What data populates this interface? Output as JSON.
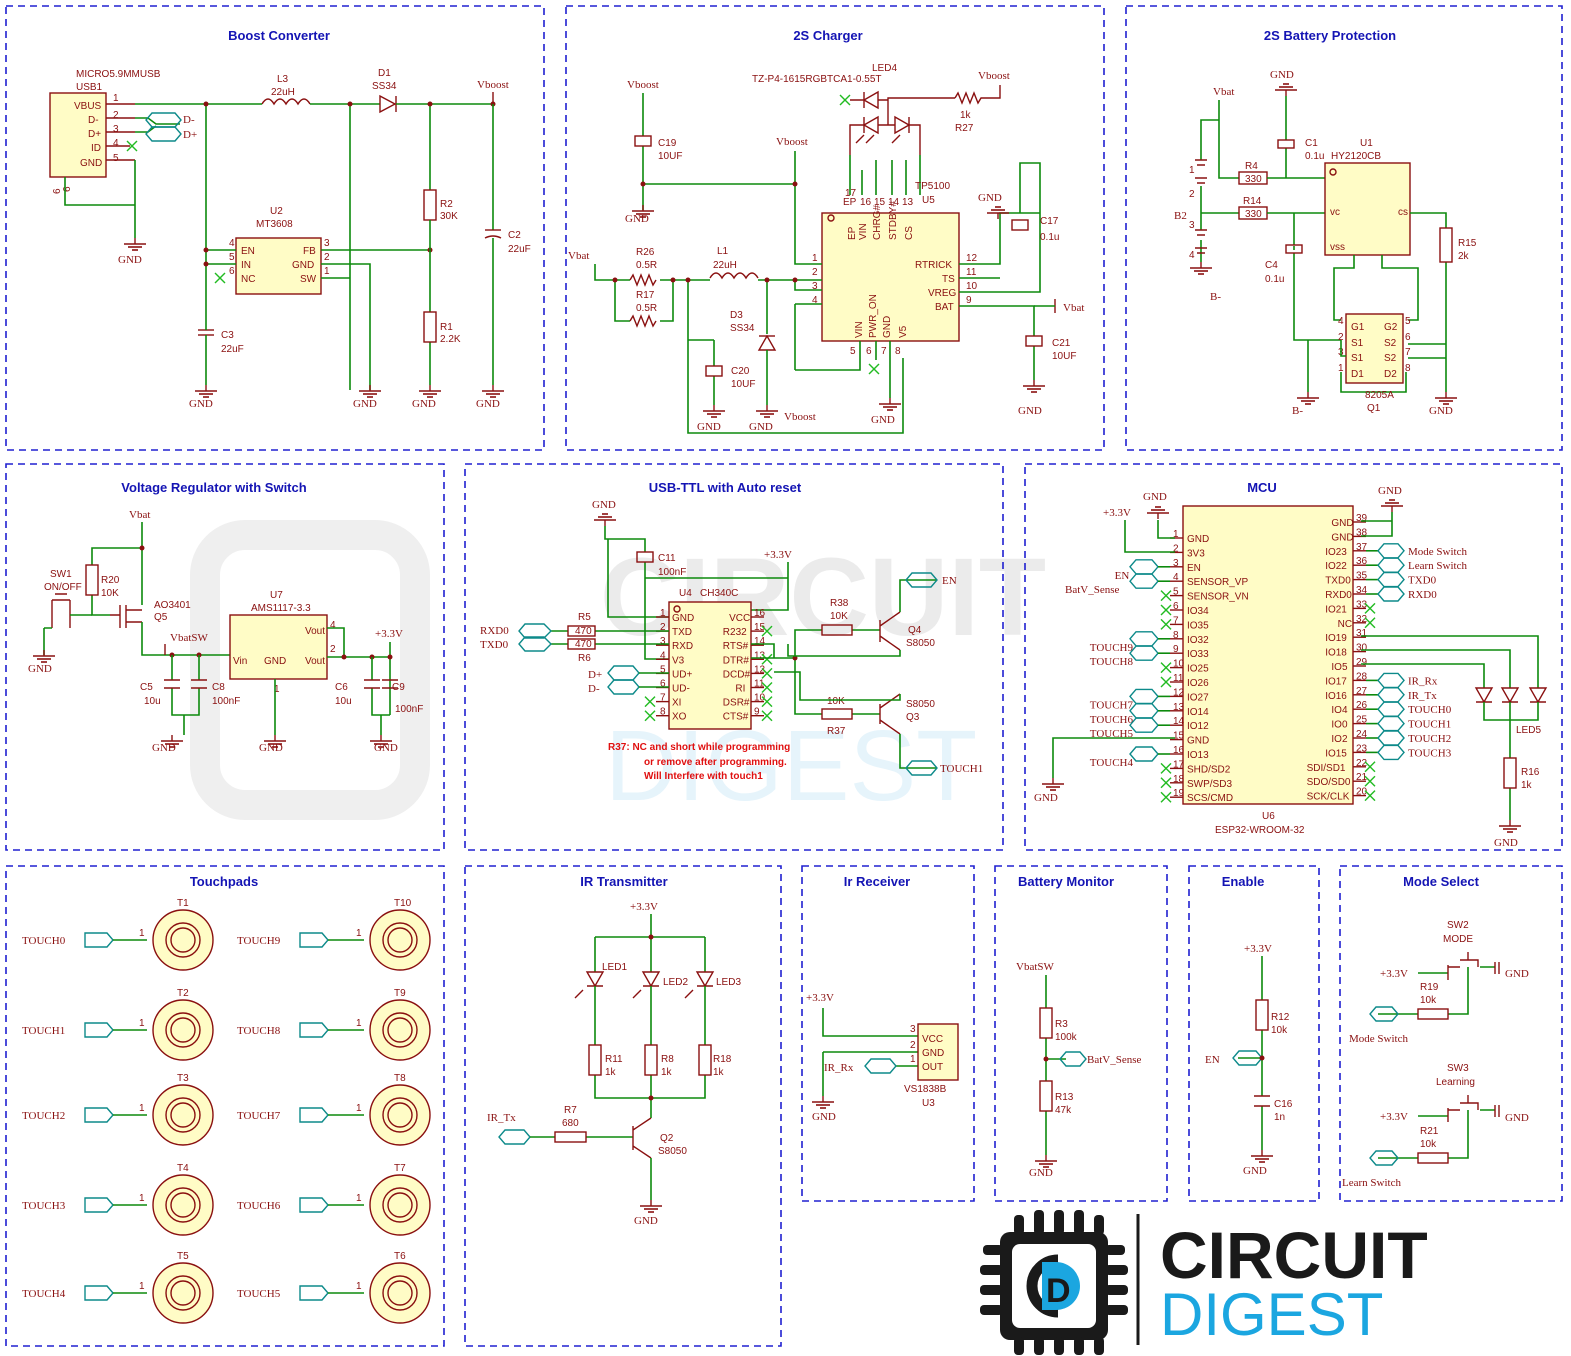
{
  "sections": {
    "boost": "Boost Converter",
    "charger": "2S Charger",
    "protection": "2S Battery Protection",
    "regulator": "Voltage Regulator with Switch",
    "usbttl": "USB-TTL with Auto reset",
    "mcu": "MCU",
    "touchpads": "Touchpads",
    "irtx": "IR Transmitter",
    "irrx": "Ir Receiver",
    "batmon": "Battery Monitor",
    "enable": "Enable",
    "mode": "Mode Select"
  },
  "nets": {
    "gnd": "GND",
    "vboost": "Vboost",
    "vbat": "Vbat",
    "v33": "+3.3V",
    "vbatsw": "VbatSW",
    "bminus": "B-",
    "dminus": "D-",
    "dplus": "D+",
    "rxd0": "RXD0",
    "txd0": "TXD0",
    "en": "EN",
    "batv_sense": "BatV_Sense",
    "mode_switch": "Mode Switch",
    "learn_switch": "Learn Switch",
    "ir_rx": "IR_Rx",
    "ir_tx": "IR_Tx",
    "touch1": "TOUCH1"
  },
  "boost": {
    "usb_part": "MICRO5.9MMUSB",
    "usb_ref": "USB1",
    "usb_pins": [
      "VBUS",
      "D-",
      "D+",
      "ID",
      "GND"
    ],
    "l3": "L3",
    "l3_val": "22uH",
    "d1": "D1",
    "d1_val": "SS34",
    "u2": "U2",
    "u2_val": "MT3608",
    "u2_pins": [
      "EN",
      "IN",
      "NC",
      "FB",
      "GND",
      "SW"
    ],
    "r2": "R2",
    "r2_val": "30K",
    "r1": "R1",
    "r1_val": "2.2K",
    "c2": "C2",
    "c2_val": "22uF",
    "c3": "C3",
    "c3_val": "22uF"
  },
  "charger": {
    "led4": "LED4",
    "led4_val": "TZ-P4-1615RGBTCA1-0.55T",
    "r27": "R27",
    "r27_val": "1k",
    "c19": "C19",
    "c19_val": "10UF",
    "u5": "U5",
    "u5_val": "TP5100",
    "u5_pins_top": [
      "EP",
      "VIN",
      "CHRG#",
      "STDBY#",
      "CS"
    ],
    "u5_pins_right": [
      "RTRICK",
      "TS",
      "VREG",
      "BAT"
    ],
    "u5_pins_bottom": [
      "VIN",
      "PWR_ON",
      "GND",
      "V5"
    ],
    "c17": "C17",
    "c17_val": "0.1u",
    "r26": "R26",
    "r26_val": "0.5R",
    "r17": "R17",
    "r17_val": "0.5R",
    "l1": "L1",
    "l1_val": "22uH",
    "d3": "D3",
    "d3_val": "SS34",
    "c20": "C20",
    "c20_val": "10UF",
    "c21": "C21",
    "c21_val": "10UF"
  },
  "protection": {
    "c1": "C1",
    "c1_val": "0.1u",
    "u1": "U1",
    "u1_val": "HY2120CB",
    "r4": "R4",
    "r4_val": "330",
    "r14": "R14",
    "r14_val": "330",
    "b2": "B2",
    "c4": "C4",
    "c4_val": "0.1u",
    "r15": "R15",
    "r15_val": "2k",
    "q1": "Q1",
    "q1_val": "8205A",
    "q1_pins": [
      "G1",
      "S1",
      "S1",
      "D1",
      "G2",
      "S2",
      "S2",
      "D2"
    ]
  },
  "regulator": {
    "sw1": "SW1",
    "sw1_val": "ON/OFF",
    "r20": "R20",
    "r20_val": "10K",
    "q5": "Q5",
    "q5_val": "AO3401",
    "u7": "U7",
    "u7_val": "AMS1117-3.3",
    "u7_pins": [
      "Vin",
      "GND",
      "Vout",
      "Vout"
    ],
    "c5": "C5",
    "c5_val": "10u",
    "c8": "C8",
    "c8_val": "100nF",
    "c6": "C6",
    "c6_val": "10u",
    "c9": "C9",
    "c9_val": "100nF"
  },
  "usbttl": {
    "c11": "C11",
    "c11_val": "100nF",
    "u4": "U4",
    "u4_val": "CH340C",
    "u4_left": [
      "GND",
      "TXD",
      "RXD",
      "V3",
      "UD+",
      "UD-",
      "XI",
      "XO"
    ],
    "u4_right": [
      "VCC",
      "R232",
      "RTS#",
      "DTR#",
      "DCD#",
      "RI",
      "DSR#",
      "CTS#"
    ],
    "r5": "R5",
    "r5_val": "470",
    "r6": "R6",
    "r6_val": "470",
    "r38": "R38",
    "r38_val": "10K",
    "q4": "Q4",
    "q4_val": "S8050",
    "q3": "Q3",
    "q3_val": "S8050",
    "r37": "R37",
    "r37_val": "10K",
    "note": [
      "R37: NC and short while programming",
      "or remove after programming.",
      "Will Interfere with touch1"
    ]
  },
  "mcu": {
    "u6": "U6",
    "u6_val": "ESP32-WROOM-32",
    "left_pins": [
      "GND",
      "3V3",
      "EN",
      "SENSOR_VP",
      "SENSOR_VN",
      "IO34",
      "IO35",
      "IO32",
      "IO33",
      "IO25",
      "IO26",
      "IO27",
      "IO14",
      "IO12",
      "GND",
      "IO13",
      "SHD/SD2",
      "SWP/SD3",
      "SCS/CMD"
    ],
    "left_nums": [
      "1",
      "2",
      "3",
      "4",
      "5",
      "6",
      "7",
      "8",
      "9",
      "10",
      "11",
      "12",
      "13",
      "14",
      "15",
      "16",
      "17",
      "18",
      "19"
    ],
    "right_pins": [
      "GND",
      "GND",
      "IO23",
      "IO22",
      "TXD0",
      "RXD0",
      "IO21",
      "NC",
      "IO19",
      "IO18",
      "IO5",
      "IO17",
      "IO16",
      "IO4",
      "IO0",
      "IO2",
      "IO15",
      "SDI/SD1",
      "SDO/SD0",
      "SCK/CLK"
    ],
    "right_nums": [
      "39",
      "38",
      "37",
      "36",
      "35",
      "34",
      "33",
      "32",
      "31",
      "30",
      "29",
      "28",
      "27",
      "26",
      "25",
      "24",
      "23",
      "22",
      "21",
      "20"
    ],
    "left_labels": [
      "",
      "",
      "EN",
      "BatV_Sense",
      "",
      "",
      "",
      "TOUCH9",
      "TOUCH8",
      "",
      "",
      "TOUCH7",
      "TOUCH6",
      "TOUCH5",
      "",
      "TOUCH4",
      "",
      "",
      ""
    ],
    "right_labels": [
      "",
      "",
      "Mode Switch",
      "Learn Switch",
      "TXD0",
      "RXD0",
      "",
      "",
      "",
      "",
      "",
      "IR_Rx",
      "IR_Tx",
      "TOUCH0",
      "TOUCH1",
      "TOUCH2",
      "TOUCH3",
      "",
      "",
      ""
    ],
    "led5": "LED5",
    "r16": "R16",
    "r16_val": "1k"
  },
  "touchpads": {
    "left": [
      {
        "ref": "T1",
        "net": "TOUCH0"
      },
      {
        "ref": "T2",
        "net": "TOUCH1"
      },
      {
        "ref": "T3",
        "net": "TOUCH2"
      },
      {
        "ref": "T4",
        "net": "TOUCH3"
      },
      {
        "ref": "T5",
        "net": "TOUCH4"
      }
    ],
    "right": [
      {
        "ref": "T10",
        "net": "TOUCH9"
      },
      {
        "ref": "T9",
        "net": "TOUCH8"
      },
      {
        "ref": "T8",
        "net": "TOUCH7"
      },
      {
        "ref": "T7",
        "net": "TOUCH6"
      },
      {
        "ref": "T6",
        "net": "TOUCH5"
      }
    ],
    "pin": "1"
  },
  "irtx": {
    "leds": [
      "LED1",
      "LED2",
      "LED3"
    ],
    "res": [
      {
        "ref": "R11",
        "val": "1k"
      },
      {
        "ref": "R8",
        "val": "1k"
      },
      {
        "ref": "R18",
        "val": "1k"
      }
    ],
    "r7": "R7",
    "r7_val": "680",
    "q2": "Q2",
    "q2_val": "S8050"
  },
  "irrx": {
    "u3": "U3",
    "u3_val": "VS1838B",
    "pins": [
      "VCC",
      "GND",
      "OUT"
    ],
    "nums": [
      "3",
      "2",
      "1"
    ]
  },
  "batmon": {
    "r3": "R3",
    "r3_val": "100k",
    "r13": "R13",
    "r13_val": "47k"
  },
  "enable": {
    "r12": "R12",
    "r12_val": "10k",
    "c16": "C16",
    "c16_val": "1n"
  },
  "mode": {
    "sw2": "SW2",
    "sw2_val": "MODE",
    "r19": "R19",
    "r19_val": "10k",
    "sw3": "SW3",
    "sw3_val": "Learning",
    "r21": "R21",
    "r21_val": "10k"
  },
  "logo": {
    "line1": "CIRCUIT",
    "line2": "DIGEST",
    "mark": "CD",
    "colors": {
      "dark": "#1a1a1a",
      "blue": "#1ba6e0"
    }
  }
}
